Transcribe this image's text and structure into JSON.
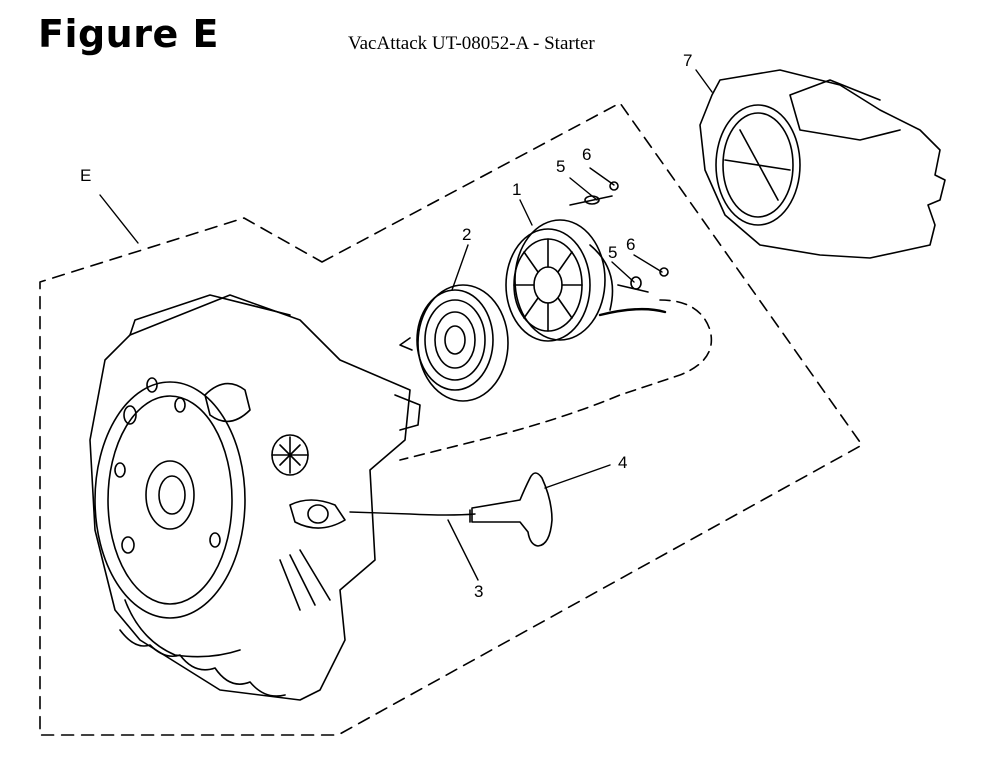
{
  "header": {
    "figure_label": "Figure E",
    "title": "VacAttack UT-08052-A - Starter"
  },
  "callouts": {
    "assembly": "E",
    "pulley": "1",
    "spring_case": "2",
    "rope": "3",
    "handle": "4",
    "pawl_upper": "5",
    "screw_upper": "6",
    "pawl_lower": "5",
    "screw_lower": "6",
    "fan_cover": "7"
  }
}
